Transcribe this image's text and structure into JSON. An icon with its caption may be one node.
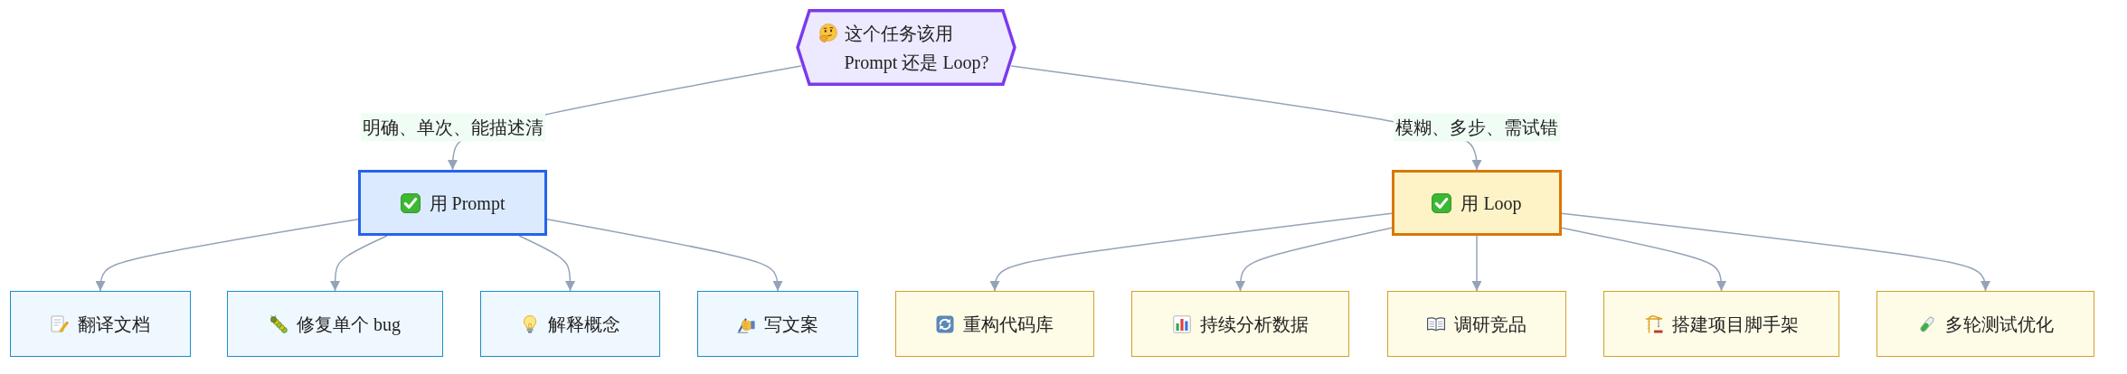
{
  "diagram": {
    "nodes": [
      {
        "text": [
          "这个任务该用 Prompt 还是 Loop?"
        ]
      },
      {
        "text": [
          "用 Prompt"
        ]
      },
      {
        "text": [
          "用 Loop"
        ]
      },
      {
        "text": [
          "翻译文档"
        ]
      },
      {
        "text": [
          "修复单个 bug"
        ]
      },
      {
        "text": [
          "解释概念"
        ]
      },
      {
        "text": [
          "写文案"
        ]
      },
      {
        "text": [
          "重构代码库"
        ]
      },
      {
        "text": [
          "持续分析数据"
        ]
      },
      {
        "text": [
          "调研竞品"
        ]
      },
      {
        "text": [
          "搭建项目脚手架"
        ]
      },
      {
        "text": [
          "多轮测试优化"
        ]
      }
    ],
    "edges": [
      {
        "from": 0,
        "to": 1,
        "arrow": "to",
        "label": "明确、单次、能描述清"
      },
      {
        "from": 0,
        "to": 2,
        "arrow": "to",
        "label": "模糊、多步、需试错"
      },
      {
        "from": 1,
        "to": 3,
        "arrow": "to"
      },
      {
        "from": 1,
        "to": 4,
        "arrow": "to"
      },
      {
        "from": 1,
        "to": 5,
        "arrow": "to"
      },
      {
        "from": 1,
        "to": 6,
        "arrow": "to"
      },
      {
        "from": 2,
        "to": 7,
        "arrow": "to"
      },
      {
        "from": 2,
        "to": 8,
        "arrow": "to"
      },
      {
        "from": 2,
        "to": 9,
        "arrow": "to"
      },
      {
        "from": 2,
        "to": 10,
        "arrow": "to"
      },
      {
        "from": 2,
        "to": 11,
        "arrow": "to"
      }
    ]
  }
}
